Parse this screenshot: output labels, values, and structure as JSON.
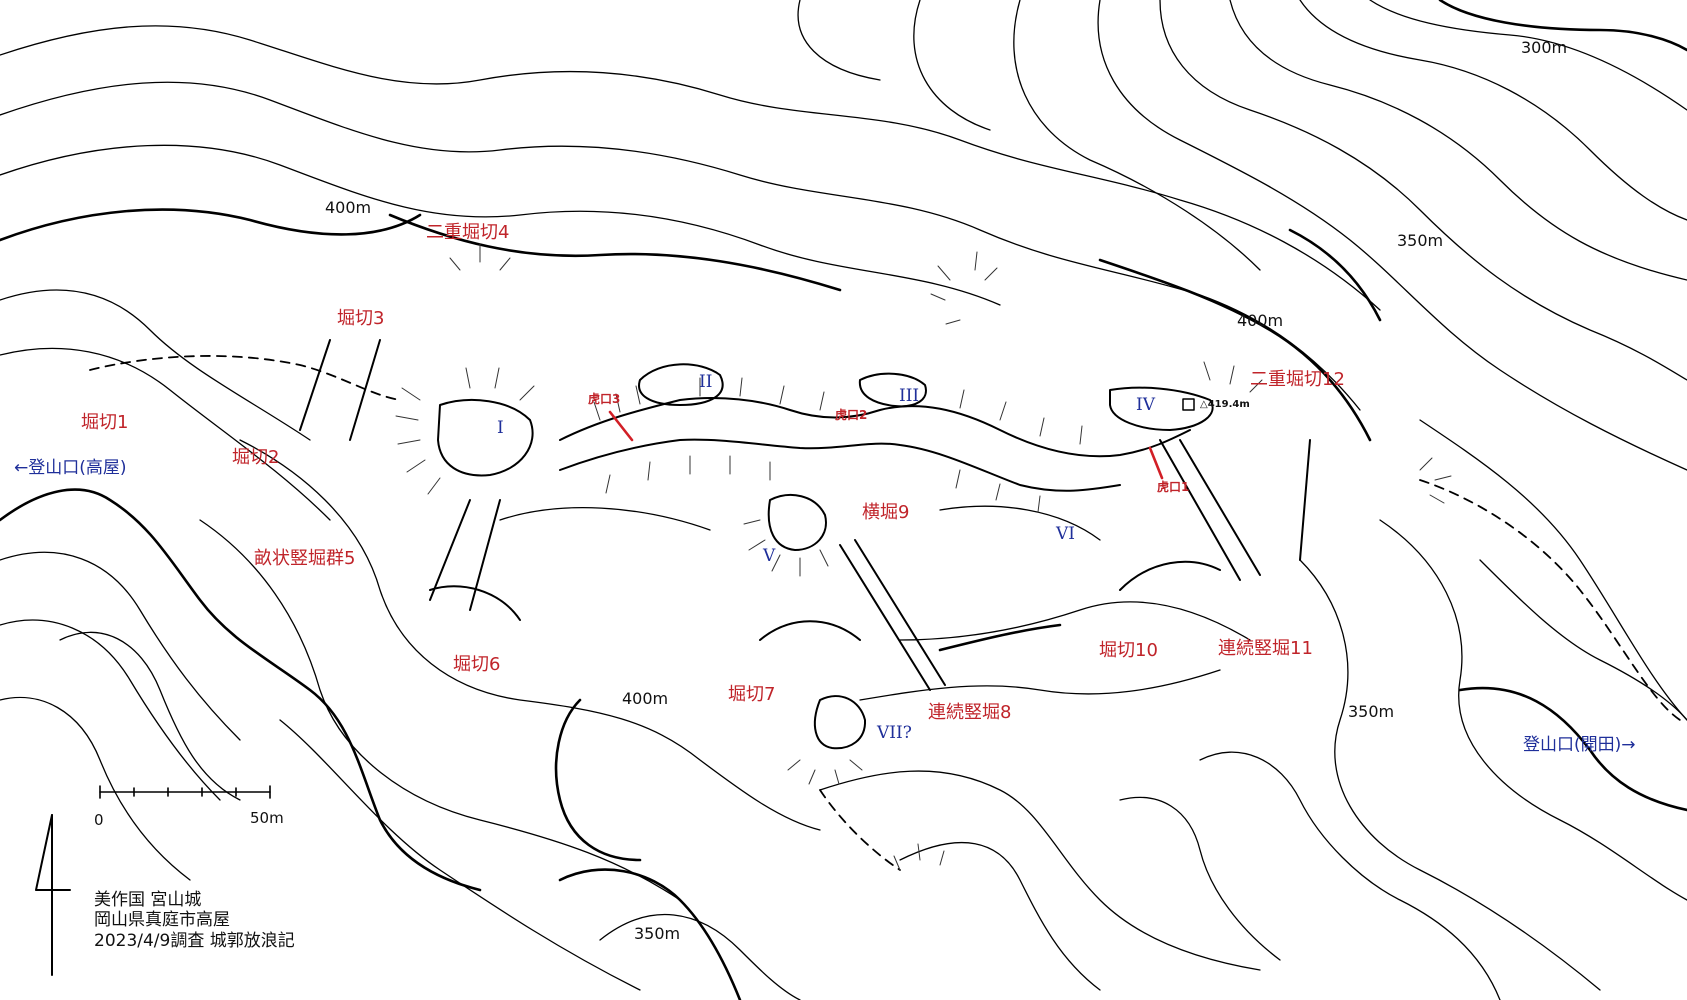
{
  "caption": {
    "province_castle": "美作国 宮山城",
    "location": "岡山県真庭市高屋",
    "survey": "2023/4/9調査 城郭放浪記"
  },
  "scale_bar": {
    "start": "0",
    "end": "50m"
  },
  "trailheads": {
    "west": "←登山口(高屋)",
    "east": "登山口(開田)→"
  },
  "contour_labels": [
    "300m",
    "350m",
    "400m",
    "400m",
    "400m",
    "350m",
    "350m"
  ],
  "baileys": [
    "I",
    "II",
    "III",
    "IV",
    "V",
    "VI",
    "VII?"
  ],
  "features": [
    "堀切1",
    "堀切2",
    "堀切3",
    "二重堀切4",
    "畝状竪堀群5",
    "堀切6",
    "堀切7",
    "連続竪堀8",
    "横堀9",
    "堀切10",
    "連続竪堀11",
    "二重堀切12"
  ],
  "gates": [
    "虎口1",
    "虎口2",
    "虎口3"
  ],
  "summit": "△419.4m",
  "colors": {
    "feature": "#c0242a",
    "bailey": "#1f2f9a",
    "contour": "#000000"
  }
}
